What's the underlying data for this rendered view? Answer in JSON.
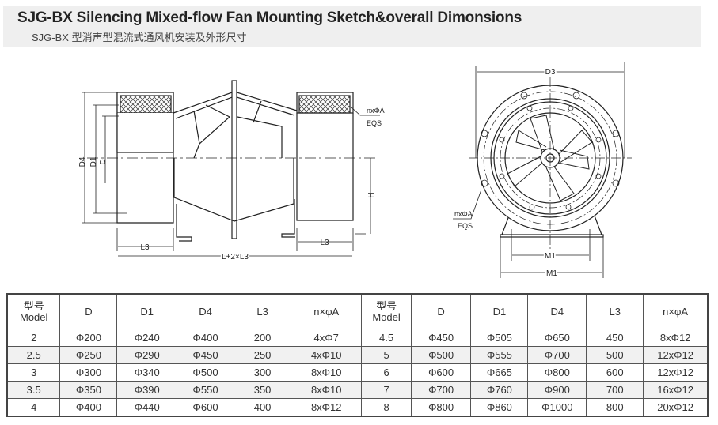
{
  "header": {
    "title": "SJG-BX Silencing Mixed-flow Fan Mounting Sketch&overall Dimonsions",
    "subtitle": "SJG-BX 型消声型混流式通风机安装及外形尺寸"
  },
  "side_view": {
    "labels": {
      "d4": "D4",
      "d1": "D1",
      "d": "D",
      "h": "H",
      "l3_left": "L3",
      "l3_right": "L3",
      "total": "L+2×L3",
      "flange_holes": "nxΦA",
      "eqs": "EQS"
    }
  },
  "front_view": {
    "labels": {
      "d3": "D3",
      "m_inner": "M1",
      "m_outer": "M1",
      "flange_holes": "nxΦA",
      "eqs": "EQS"
    }
  },
  "table": {
    "headers": [
      "型号\nModel",
      "D",
      "D1",
      "D4",
      "L3",
      "n×φA",
      "型号\nModel",
      "D",
      "D1",
      "D4",
      "L3",
      "n×φA"
    ],
    "rows": [
      [
        "2",
        "Φ200",
        "Φ240",
        "Φ400",
        "200",
        "4xΦ7",
        "4.5",
        "Φ450",
        "Φ505",
        "Φ650",
        "450",
        "8xΦ12"
      ],
      [
        "2.5",
        "Φ250",
        "Φ290",
        "Φ450",
        "250",
        "4xΦ10",
        "5",
        "Φ500",
        "Φ555",
        "Φ700",
        "500",
        "12xΦ12"
      ],
      [
        "3",
        "Φ300",
        "Φ340",
        "Φ500",
        "300",
        "8xΦ10",
        "6",
        "Φ600",
        "Φ665",
        "Φ800",
        "600",
        "12xΦ12"
      ],
      [
        "3.5",
        "Φ350",
        "Φ390",
        "Φ550",
        "350",
        "8xΦ10",
        "7",
        "Φ700",
        "Φ760",
        "Φ900",
        "700",
        "16xΦ12"
      ],
      [
        "4",
        "Φ400",
        "Φ440",
        "Φ600",
        "400",
        "8xΦ12",
        "8",
        "Φ800",
        "Φ860",
        "Φ1000",
        "800",
        "20xΦ12"
      ]
    ]
  }
}
